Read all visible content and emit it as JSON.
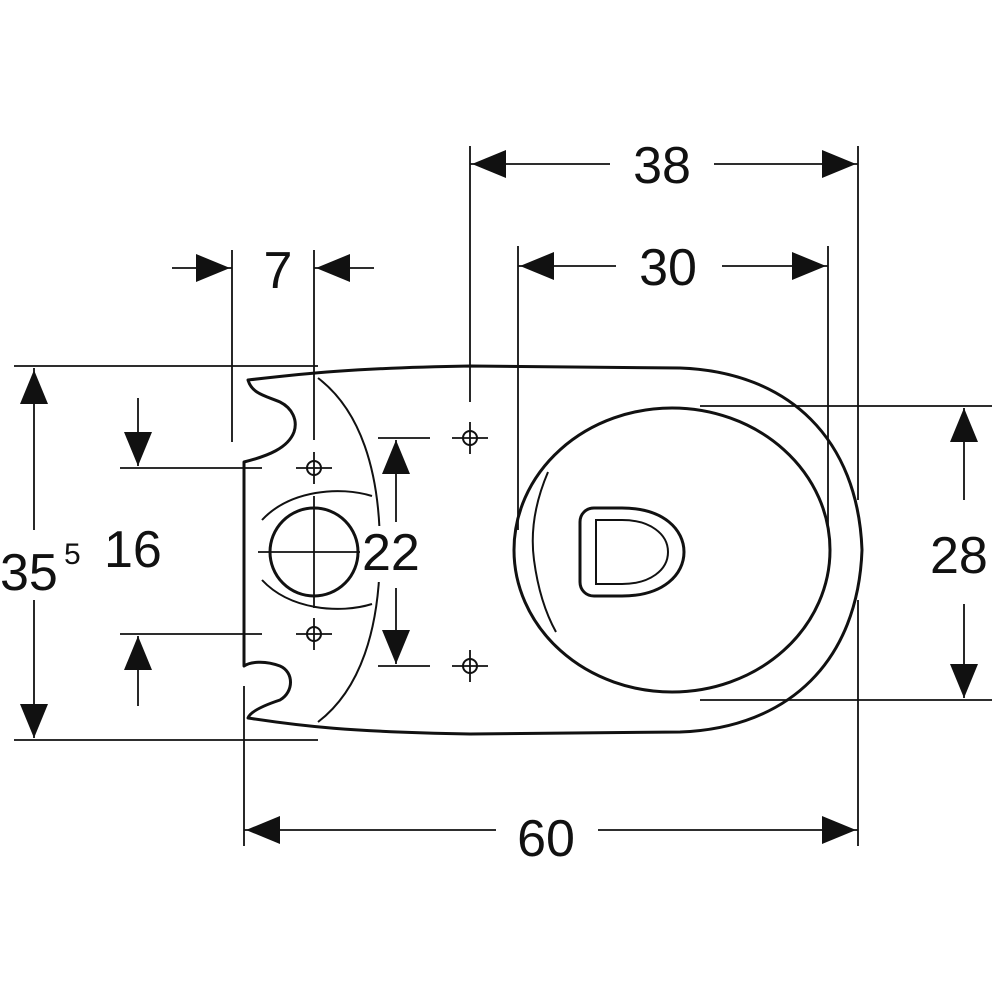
{
  "dimensions": {
    "overall_width": "60",
    "outer_bolt_spacing": "38",
    "inner_bowl_width": "30",
    "connector_offset": "7",
    "overall_depth_main": "35",
    "overall_depth_sup": "5",
    "fixing_spacing": "16",
    "drain_spacing": "22",
    "bowl_depth": "28"
  }
}
